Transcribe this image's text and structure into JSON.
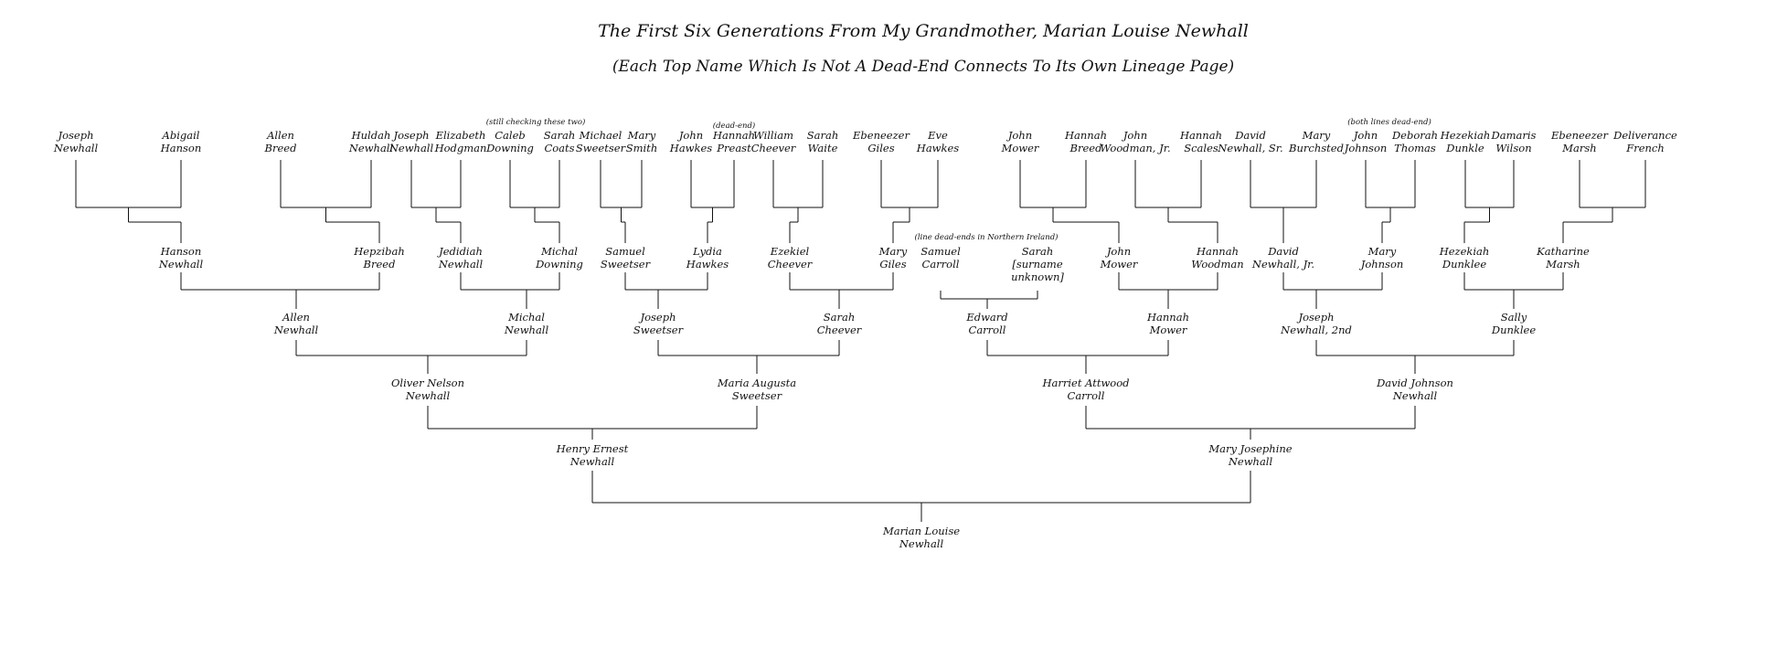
{
  "header": {
    "title": "The First Six Generations From My Grandmother, Marian Louise Newhall",
    "subtitle": "(Each Top Name Which Is Not A Dead-End Connects To Its Own Lineage Page)"
  },
  "notes": {
    "still_checking": "(still checking these two)",
    "dead_end": "(dead-end)",
    "both_lines_dead_end": "(both lines dead-end)",
    "line_dead_ends_ireland": "(line dead-ends in Northern Ireland)"
  },
  "generation_6": [
    {
      "first": "Joseph",
      "last": "Newhall"
    },
    {
      "first": "Abigail",
      "last": "Hanson"
    },
    {
      "first": "Allen",
      "last": "Breed"
    },
    {
      "first": "Huldah",
      "last": "Newhall"
    },
    {
      "first": "Joseph",
      "last": "Newhall"
    },
    {
      "first": "Elizabeth",
      "last": "Hodgman"
    },
    {
      "first": "Caleb",
      "last": "Downing"
    },
    {
      "first": "Sarah",
      "last": "Coats"
    },
    {
      "first": "Michael",
      "last": "Sweetser"
    },
    {
      "first": "Mary",
      "last": "Smith"
    },
    {
      "first": "John",
      "last": "Hawkes"
    },
    {
      "first": "Hannah",
      "last": "Preast"
    },
    {
      "first": "William",
      "last": "Cheever"
    },
    {
      "first": "Sarah",
      "last": "Waite"
    },
    {
      "first": "Ebeneezer",
      "last": "Giles"
    },
    {
      "first": "Eve",
      "last": "Hawkes"
    },
    {
      "first": "John",
      "last": "Mower"
    },
    {
      "first": "Hannah",
      "last": "Breed"
    },
    {
      "first": "John",
      "last": "Woodman, Jr."
    },
    {
      "first": "Hannah",
      "last": "Scales"
    },
    {
      "first": "David",
      "last": "Newhall, Sr."
    },
    {
      "first": "Mary",
      "last": "Burchsted"
    },
    {
      "first": "John",
      "last": "Johnson"
    },
    {
      "first": "Deborah",
      "last": "Thomas"
    },
    {
      "first": "Hezekiah",
      "last": "Dunkle"
    },
    {
      "first": "Damaris",
      "last": "Wilson"
    },
    {
      "first": "Ebeneezer",
      "last": "Marsh"
    },
    {
      "first": "Deliverance",
      "last": "French"
    }
  ],
  "generation_5": [
    {
      "first": "Hanson",
      "last": "Newhall"
    },
    {
      "first": "Hepzibah",
      "last": "Breed"
    },
    {
      "first": "Jedidiah",
      "last": "Newhall"
    },
    {
      "first": "Michal",
      "last": "Downing"
    },
    {
      "first": "Samuel",
      "last": "Sweetser"
    },
    {
      "first": "Lydia",
      "last": "Hawkes"
    },
    {
      "first": "Ezekiel",
      "last": "Cheever"
    },
    {
      "first": "Mary",
      "last": "Giles"
    },
    {
      "first": "Samuel",
      "last": "Carroll"
    },
    {
      "first": "Sarah",
      "last": "[surname",
      "extra": "unknown]"
    },
    {
      "first": "John",
      "last": "Mower"
    },
    {
      "first": "Hannah",
      "last": "Woodman"
    },
    {
      "first": "David",
      "last": "Newhall, Jr."
    },
    {
      "first": "Mary",
      "last": "Johnson"
    },
    {
      "first": "Hezekiah",
      "last": "Dunklee"
    },
    {
      "first": "Katharine",
      "last": "Marsh"
    }
  ],
  "generation_4": [
    {
      "first": "Allen",
      "last": "Newhall"
    },
    {
      "first": "Michal",
      "last": "Newhall"
    },
    {
      "first": "Joseph",
      "last": "Sweetser"
    },
    {
      "first": "Sarah",
      "last": "Cheever"
    },
    {
      "first": "Edward",
      "last": "Carroll"
    },
    {
      "first": "Hannah",
      "last": "Mower"
    },
    {
      "first": "Joseph",
      "last": "Newhall, 2nd"
    },
    {
      "first": "Sally",
      "last": "Dunklee"
    }
  ],
  "generation_3": [
    {
      "first": "Oliver Nelson",
      "last": "Newhall"
    },
    {
      "first": "Maria Augusta",
      "last": "Sweetser"
    },
    {
      "first": "Harriet Attwood",
      "last": "Carroll"
    },
    {
      "first": "David Johnson",
      "last": "Newhall"
    }
  ],
  "generation_2": [
    {
      "first": "Henry Ernest",
      "last": "Newhall"
    },
    {
      "first": "Mary Josephine",
      "last": "Newhall"
    }
  ],
  "generation_1": [
    {
      "first": "Marian Louise",
      "last": "Newhall"
    }
  ]
}
